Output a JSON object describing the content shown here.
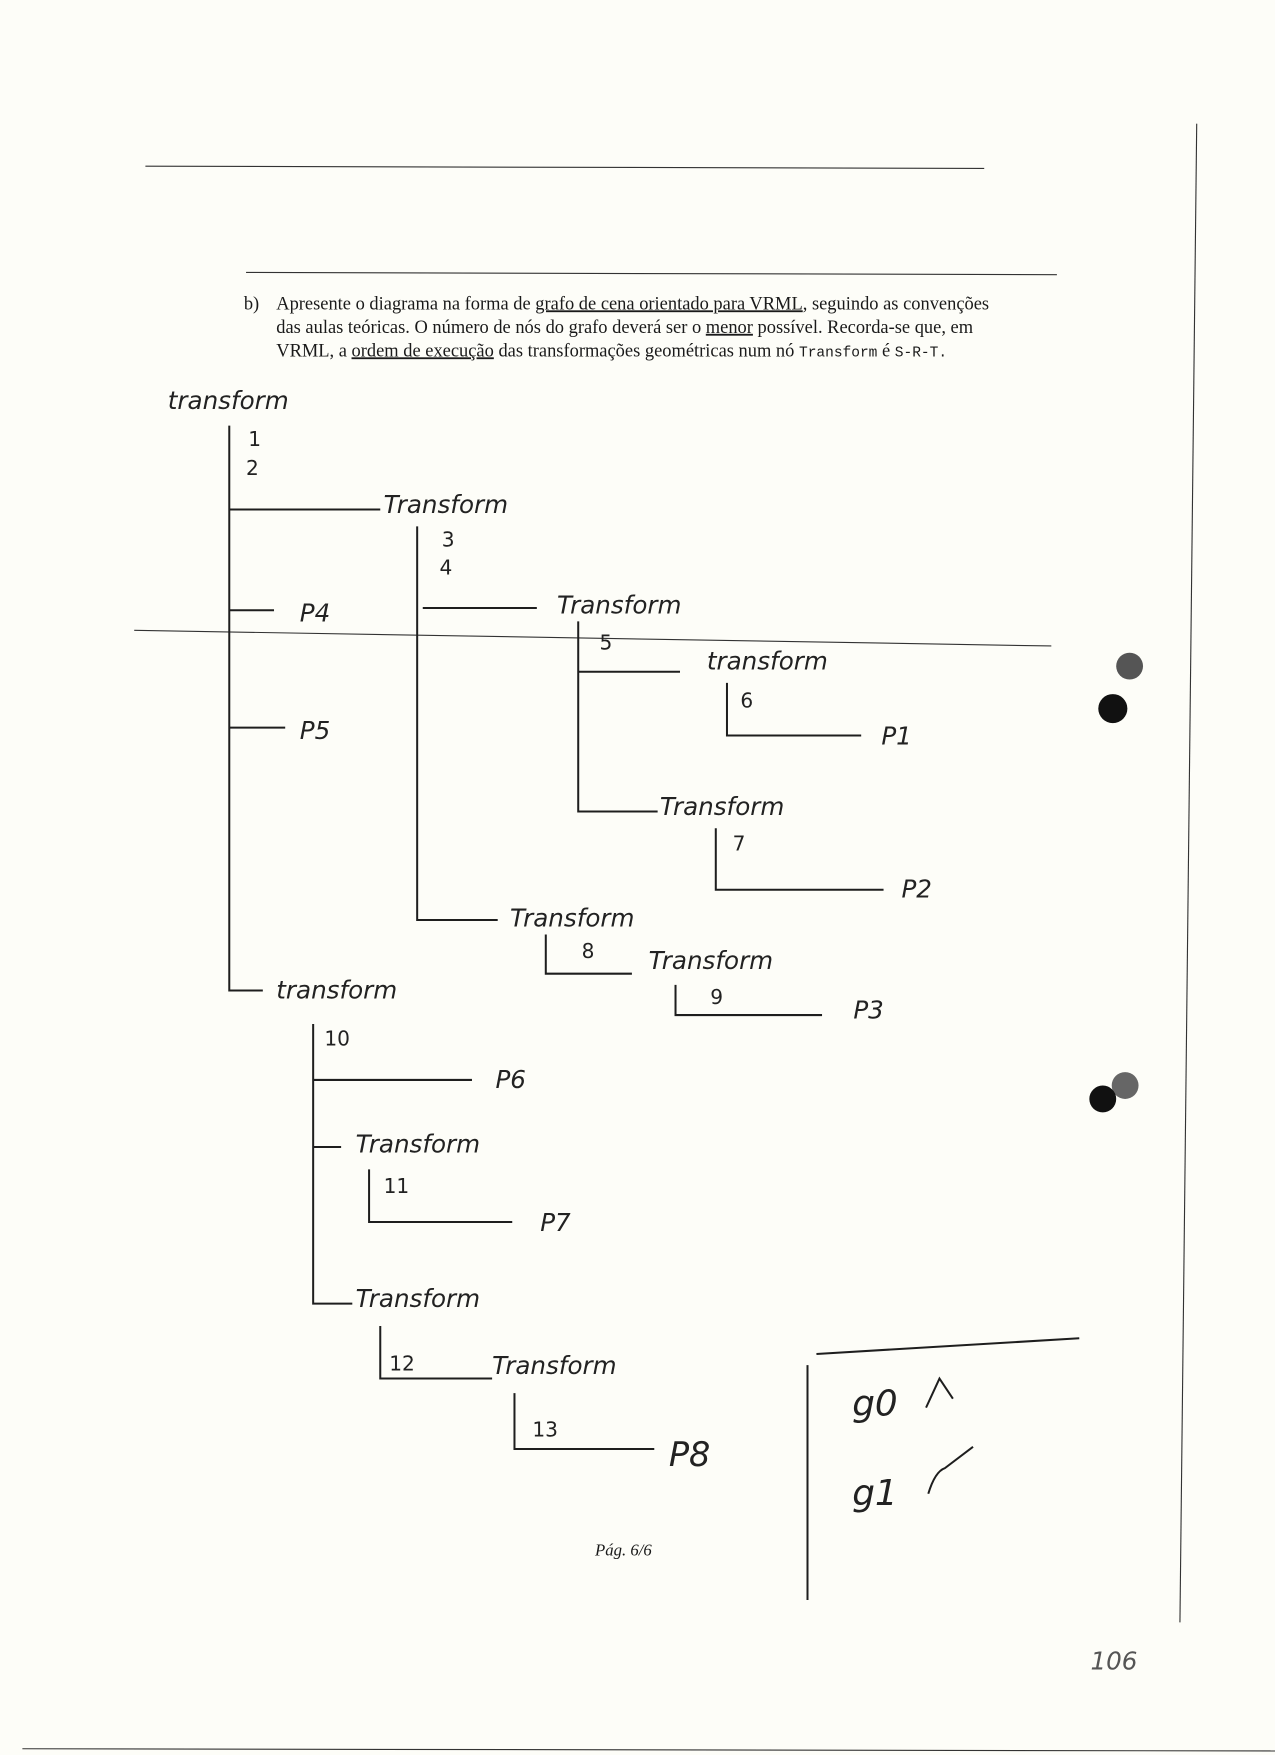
{
  "question": {
    "label": "b)",
    "line1_a": "Apresente o diagrama na forma de ",
    "line1_u": "grafo de cena orientado para VRML",
    "line1_b": ", seguindo as convenções",
    "line2_a": "das aulas teóricas. O número de nós do grafo deverá ser o ",
    "line2_u": "menor",
    "line2_b": " possível. Recorda-se que, em",
    "line3_a": "VRML, a ",
    "line3_u": "ordem de execução",
    "line3_b": " das transformações geométricas num nó ",
    "line3_code": "Transform",
    "line3_c": " é ",
    "line3_code2": "S-R-T."
  },
  "tree": {
    "root": "transform",
    "n1": "1",
    "n2": "2",
    "t_a": "Transform",
    "n3": "3",
    "n4": "4",
    "p4": "P4",
    "p5": "P5",
    "t_b": "Transform",
    "n5": "5",
    "t_c": "transform",
    "n6": "6",
    "p1": "P1",
    "t_d": "Transform",
    "n7": "7",
    "p2": "P2",
    "t_e": "Transform",
    "n8": "8",
    "t_f": "Transform",
    "n9": "9",
    "p3": "P3",
    "t_g": "transform",
    "n10": "10",
    "p6": "P6",
    "t_h": "Transform",
    "n11": "11",
    "p7": "P7",
    "t_i": "Transform",
    "n12": "12",
    "t_j": "Transform",
    "n13": "13",
    "p8": "P8"
  },
  "side_notes": {
    "g0": "g0",
    "g1": "g1"
  },
  "footer": {
    "page": "Pág. 6/6",
    "sheet_number": "106"
  }
}
